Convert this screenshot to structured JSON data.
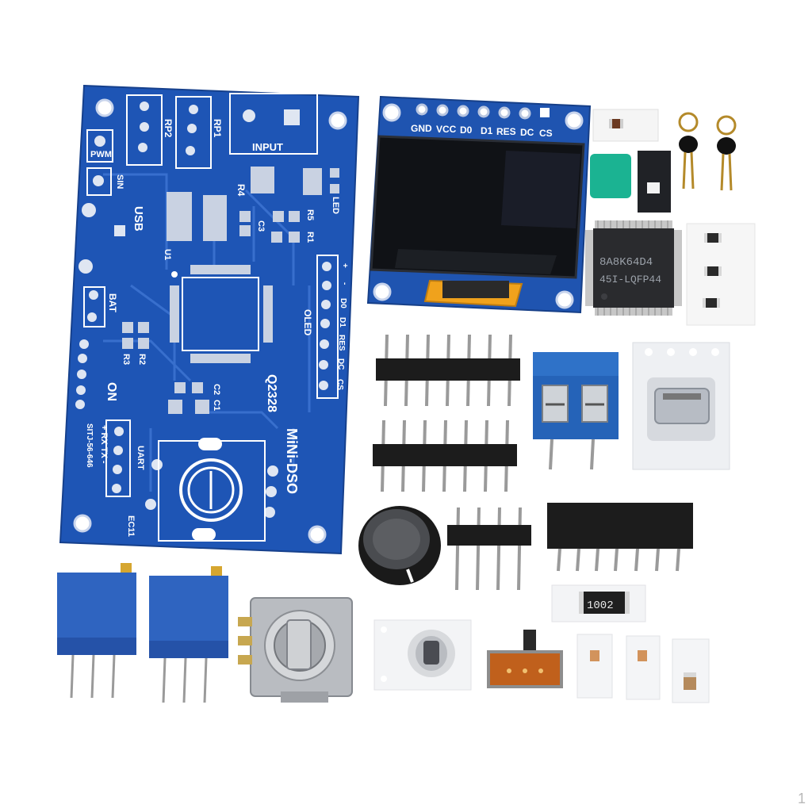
{
  "photo": {
    "pcb": {
      "title": "MiNi-DSO",
      "version": "Q2328",
      "series_code": "SITJ-56-646",
      "labels": {
        "pwm": "PWM",
        "sin": "SIN",
        "usb": "USB",
        "bat": "BAT",
        "on": "ON",
        "rp1": "RP1",
        "rp2": "RP2",
        "input": "INPUT",
        "r4": "R4",
        "c3": "C3",
        "r5": "R5",
        "r1": "R1",
        "led": "LED",
        "u1": "U1",
        "r3": "R3",
        "r2": "R2",
        "c2": "C2",
        "c1": "C1",
        "oled": "OLED",
        "uart": "UART",
        "ec11": "EC11",
        "uart_pins": "+ RX TX -",
        "oled_pins": [
          "+",
          "-",
          "D0",
          "D1",
          "RES",
          "DC",
          "CS"
        ]
      }
    },
    "oled_module": {
      "pin_labels": [
        "GND",
        "VCC",
        "D0",
        "D1",
        "RES",
        "DC",
        "CS"
      ]
    },
    "mcu": {
      "line1": "8A8K64D4",
      "line2": "45I-LQFP44"
    },
    "resistor_marking": "1002",
    "page_number": "1"
  },
  "colors": {
    "pcb_blue": "#1e55b5",
    "oled_screen": "#101216",
    "terminal_blue": "#2563b8",
    "trimmer_blue": "#2f64c0"
  }
}
